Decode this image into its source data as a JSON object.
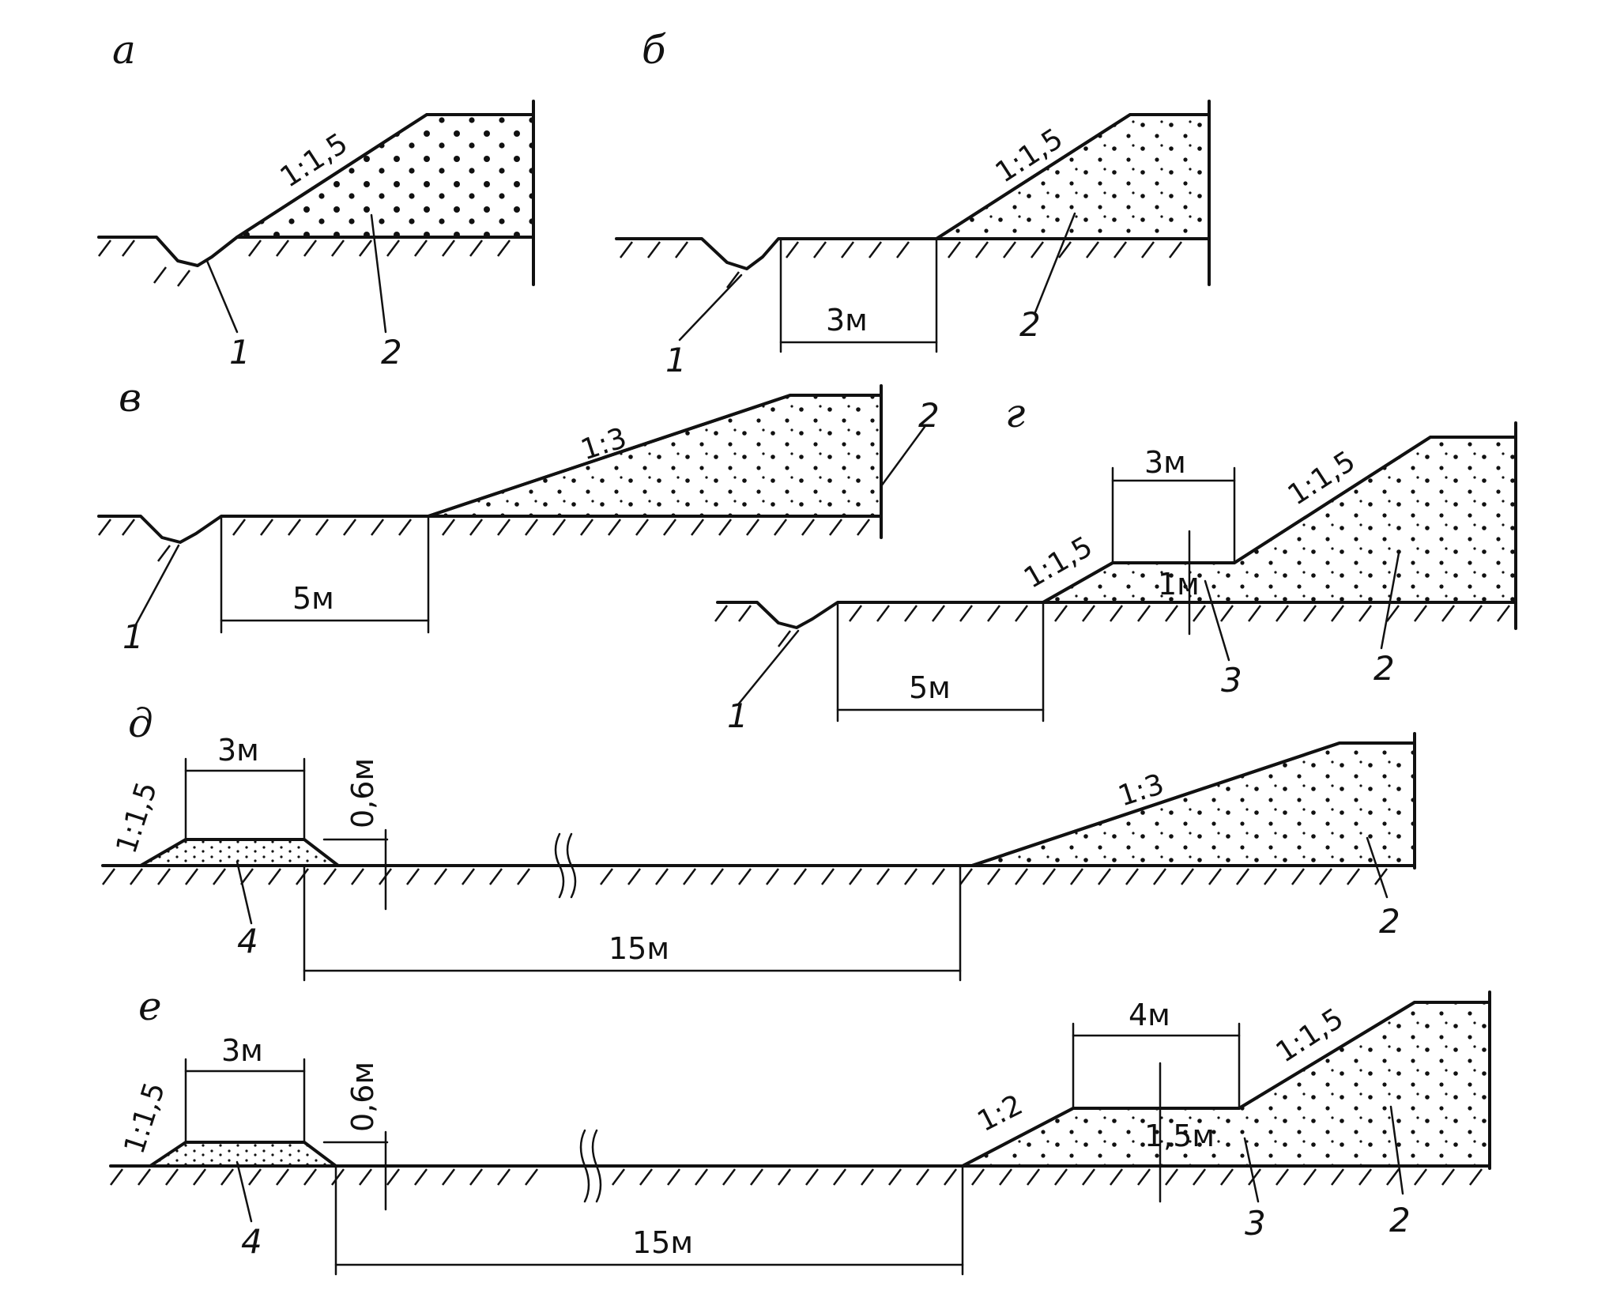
{
  "panels": {
    "a": {
      "letter": "а",
      "slope": "1:1,5",
      "labels": [
        "1",
        "2"
      ]
    },
    "b": {
      "letter": "б",
      "slope": "1:1,5",
      "berm": "3м",
      "labels": [
        "1",
        "2"
      ]
    },
    "v": {
      "letter": "в",
      "slope": "1:3",
      "berm": "5м",
      "labels": [
        "1",
        "2"
      ]
    },
    "g": {
      "letter": "г",
      "slope_low": "1:1,5",
      "slope_high": "1:1,5",
      "berm": "5м",
      "step_width": "3м",
      "step_height": "1м",
      "labels": [
        "1",
        "2",
        "3"
      ]
    },
    "d": {
      "letter": "д",
      "bank_slope": "1:1,5",
      "bank_width": "3м",
      "bank_height": "0,6м",
      "distance": "15м",
      "slope": "1:3",
      "labels": [
        "4",
        "2"
      ]
    },
    "e": {
      "letter": "е",
      "bank_slope": "1:1,5",
      "bank_width": "3м",
      "bank_height": "0,6м",
      "distance": "15м",
      "slope_low": "1:2",
      "slope_high": "1:1,5",
      "step_width": "4м",
      "step_height": "1,5м",
      "labels": [
        "4",
        "3",
        "2"
      ]
    }
  }
}
